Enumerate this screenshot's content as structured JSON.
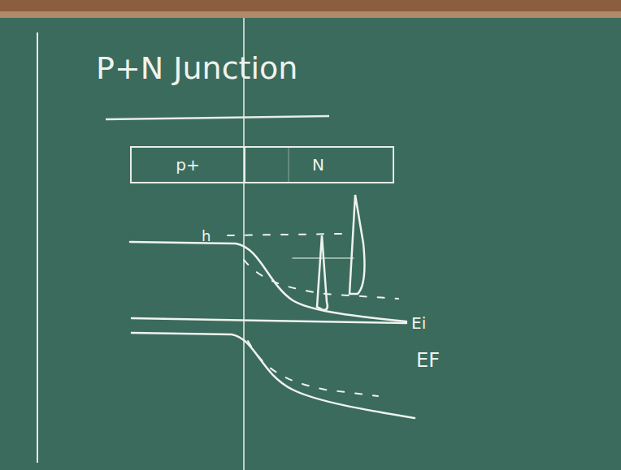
{
  "diagram": {
    "title": "P+N Junction",
    "nodes": [
      {
        "text": [
          "p+"
        ]
      },
      {
        "text": [
          "N"
        ]
      }
    ],
    "labels": [
      "h",
      "Ei",
      "EF"
    ]
  }
}
